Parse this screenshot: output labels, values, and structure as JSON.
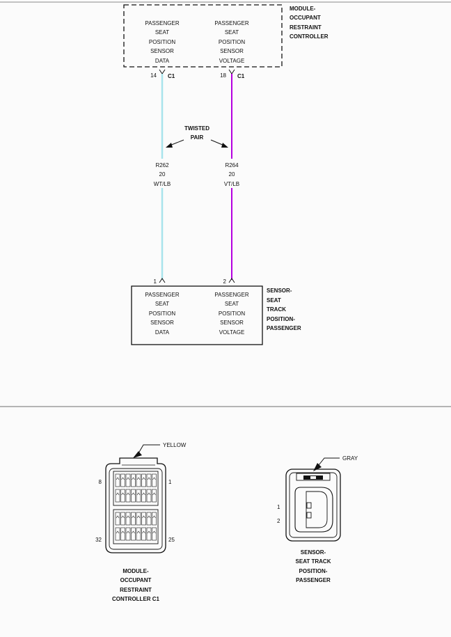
{
  "colors": {
    "wire_wt_lb": "#a8e4ec",
    "wire_vt_lb": "#b400e0",
    "line": "#111111",
    "divider": "#8a8a8a",
    "background": "#fbfbfb"
  },
  "module": {
    "title_lines": [
      "MODULE-",
      "OCCUPANT",
      "RESTRAINT",
      "CONTROLLER"
    ],
    "pins": [
      {
        "lines": [
          "PASSENGER",
          "SEAT",
          "POSITION",
          "SENSOR",
          "DATA"
        ],
        "pin": "14",
        "connector": "C1"
      },
      {
        "lines": [
          "PASSENGER",
          "SEAT",
          "POSITION",
          "SENSOR",
          "VOLTAGE"
        ],
        "pin": "18",
        "connector": "C1"
      }
    ]
  },
  "twisted_pair_lines": [
    "TWISTED",
    "PAIR"
  ],
  "wires": [
    {
      "circuit": "R262",
      "gauge": "20",
      "color_code": "WT/LB"
    },
    {
      "circuit": "R264",
      "gauge": "20",
      "color_code": "VT/LB"
    }
  ],
  "sensor": {
    "title_lines": [
      "SENSOR-",
      "SEAT",
      "TRACK",
      "POSITION-",
      "PASSENGER"
    ],
    "pins": [
      {
        "lines": [
          "PASSENGER",
          "SEAT",
          "POSITION",
          "SENSOR",
          "DATA"
        ],
        "pin": "1"
      },
      {
        "lines": [
          "PASSENGER",
          "SEAT",
          "POSITION",
          "SENSOR",
          "VOLTAGE"
        ],
        "pin": "2"
      }
    ]
  },
  "connector_views": [
    {
      "color_label": "YELLOW",
      "pin_labels": {
        "top_left": "8",
        "top_right": "1",
        "bottom_left": "32",
        "bottom_right": "25"
      },
      "caption_lines": [
        "MODULE-",
        "OCCUPANT",
        "RESTRAINT",
        "CONTROLLER C1"
      ]
    },
    {
      "color_label": "GRAY",
      "pin_labels": {
        "pin1": "1",
        "pin2": "2"
      },
      "caption_lines": [
        "SENSOR-",
        "SEAT TRACK",
        "POSITION-",
        "PASSENGER"
      ]
    }
  ]
}
